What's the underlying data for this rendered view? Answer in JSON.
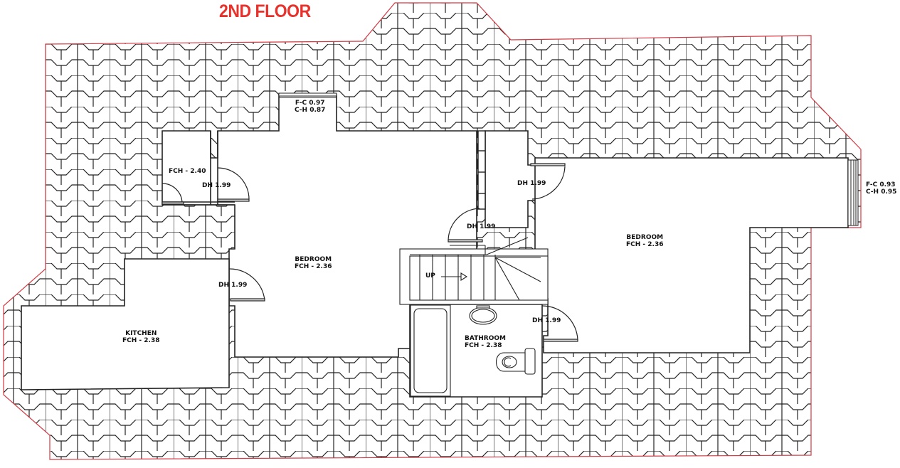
{
  "title": "2ND FLOOR",
  "colors": {
    "title": "#e8312a",
    "outline": "#d33a44",
    "walls": "#222222",
    "hatch": "#222222",
    "background": "#ffffff"
  },
  "rooms": [
    {
      "id": "bedroom-center",
      "name": "BEDROOM",
      "fch": "FCH - 2.36"
    },
    {
      "id": "bedroom-right",
      "name": "BEDROOM",
      "fch": "FCH - 2.36"
    },
    {
      "id": "kitchen",
      "name": "KITCHEN",
      "fch": "FCH - 2.38"
    },
    {
      "id": "bathroom",
      "name": "BATHROOM",
      "fch": "FCH - 2.38"
    },
    {
      "id": "cupboard",
      "name": "",
      "fch": "FCH - 2.40"
    }
  ],
  "doors": [
    {
      "id": "door-cupboard",
      "label": "DH 1.99"
    },
    {
      "id": "door-kitchen",
      "label": "DH 1.99"
    },
    {
      "id": "door-landing-upper",
      "label": "DH 1.99"
    },
    {
      "id": "door-landing-lower",
      "label": "DH 1.99"
    },
    {
      "id": "door-bathroom",
      "label": "DH 1.99"
    }
  ],
  "windows": [
    {
      "id": "window-top",
      "fc": "F-C 0.97",
      "ch": "C-H 0.87"
    },
    {
      "id": "window-right",
      "fc": "F-C 0.93",
      "ch": "C-H 0.95"
    }
  ],
  "stairs": {
    "label": "UP",
    "icon": "arrow-right-icon"
  }
}
